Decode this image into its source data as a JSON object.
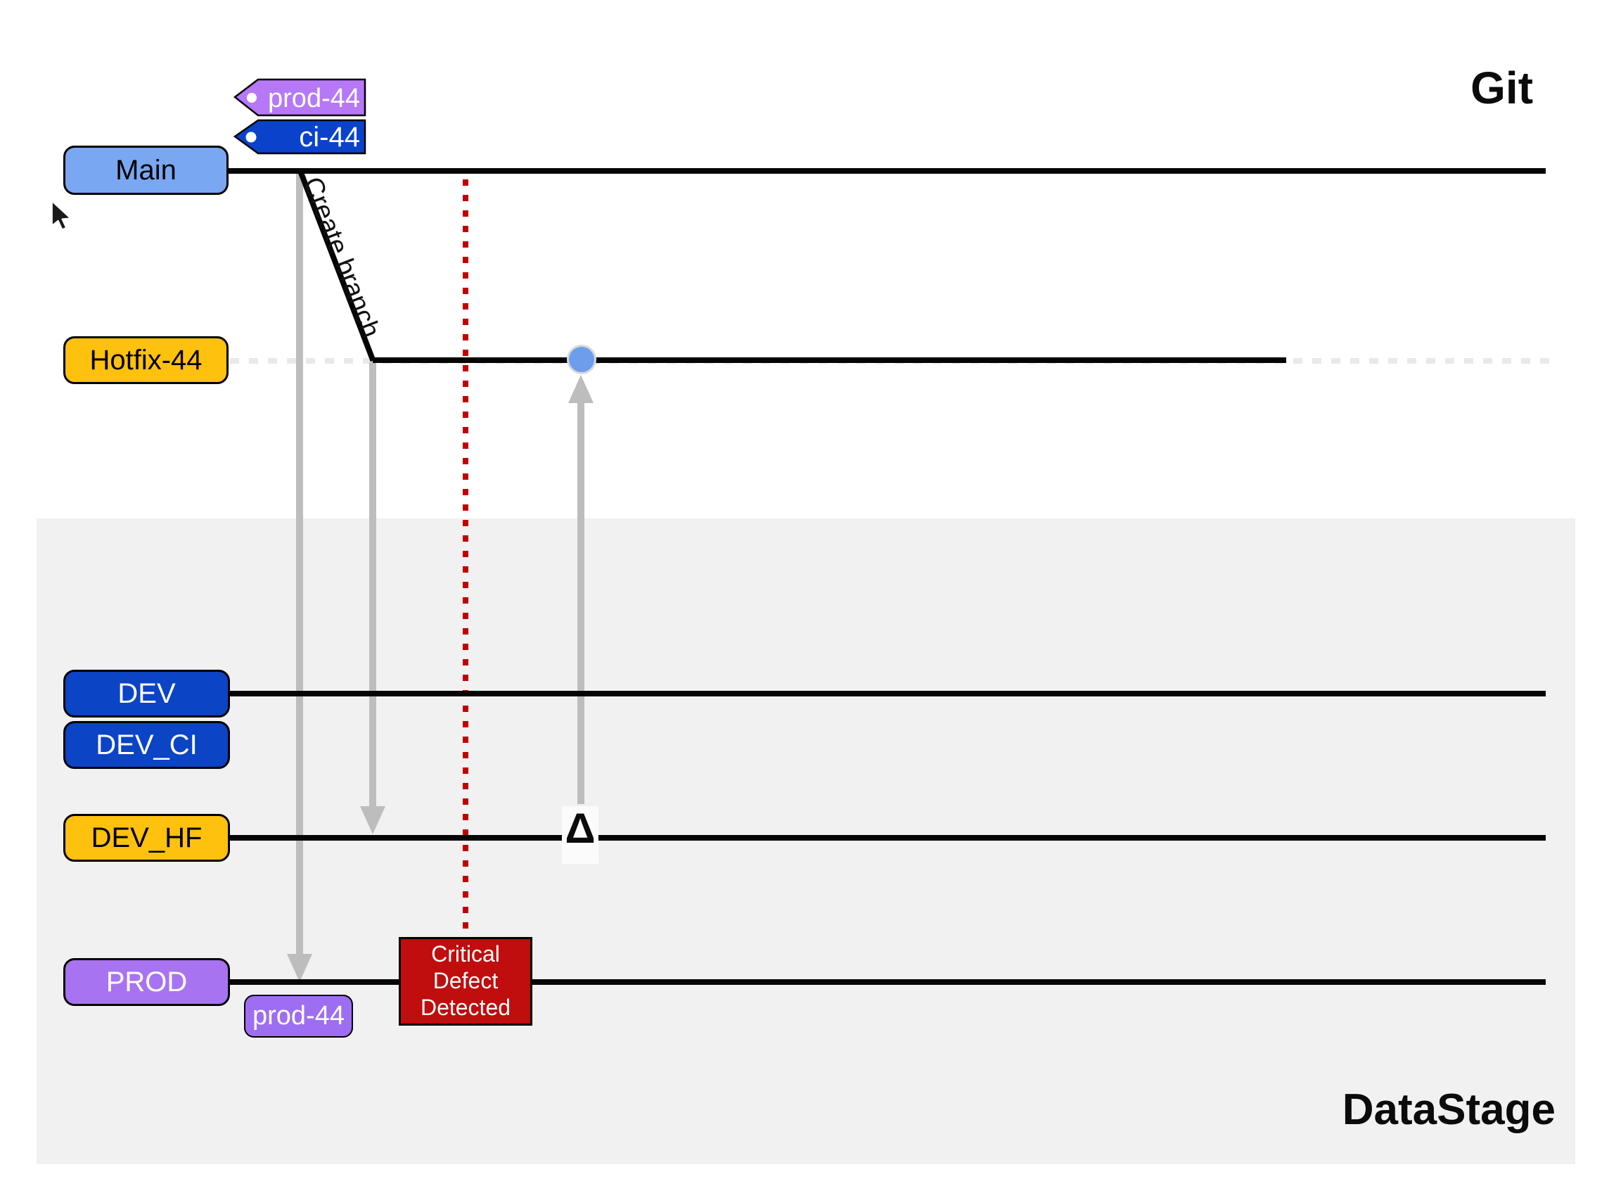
{
  "titles": {
    "git": "Git",
    "datastage": "DataStage"
  },
  "git_section": {
    "main": {
      "label": "Main"
    },
    "hotfix": {
      "label": "Hotfix-44"
    },
    "tags": {
      "prod": {
        "label": "prod-44"
      },
      "ci": {
        "label": "ci-44"
      }
    },
    "create_branch": "Create branch"
  },
  "datastage_section": {
    "dev": {
      "label": "DEV"
    },
    "dev_ci": {
      "label": "DEV_CI"
    },
    "dev_hf": {
      "label": "DEV_HF"
    },
    "prod": {
      "label": "PROD"
    },
    "prod_tag": {
      "label": "prod-44"
    },
    "defect": {
      "lines": [
        "Critical",
        "Defect",
        "Detected"
      ]
    }
  },
  "symbols": {
    "delta": "Δ"
  },
  "colors": {
    "panel_gray": "#f1f1f1",
    "line_black": "#050505",
    "faint_gray": "#e9e9e9",
    "arrow_gray": "#bdbdbd",
    "red_line": "#c00000",
    "red_box": "#c00d0d",
    "dot_blue": "#6d9eeb",
    "main_blue": "#7aa7f2",
    "env_blue": "#0b44c4",
    "amber": "#fec10d",
    "purple": "#a873f0",
    "light_purple": "#b678f7",
    "tag_purple": "#9d6ef2"
  }
}
